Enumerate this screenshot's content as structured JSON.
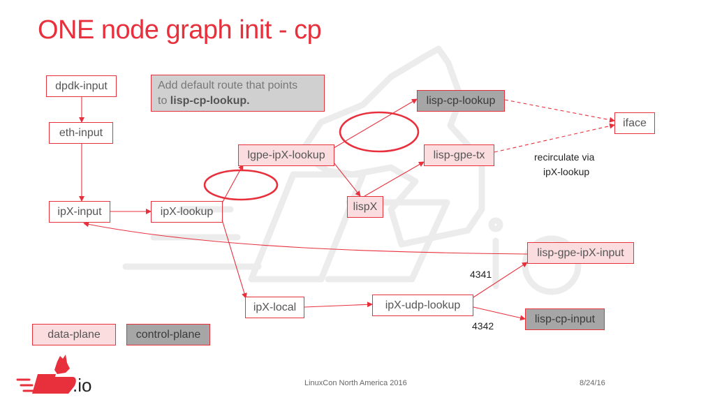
{
  "title": "ONE node graph init - cp",
  "nodes": {
    "dpdk_input": "dpdk-input",
    "eth_input": "eth-input",
    "ipx_input": "ipX-input",
    "ipx_lookup": "ipX-lookup",
    "lgpe_ipx_lookup": "lgpe-ipX-lookup",
    "lispx": "lispX",
    "lisp_cp_lookup": "lisp-cp-lookup",
    "lisp_gpe_tx": "lisp-gpe-tx",
    "iface": "iface",
    "lisp_gpe_ipx_input": "lisp-gpe-ipX-input",
    "ipx_local": "ipX-local",
    "ipx_udp_lookup": "ipX-udp-lookup",
    "lisp_cp_input": "lisp-cp-input"
  },
  "note": {
    "line1": "Add default route that points",
    "line2_prefix": "to ",
    "line2_bold": "lisp-cp-lookup."
  },
  "labels": {
    "recirculate_line1": "recirculate via",
    "recirculate_line2": "ipX-lookup",
    "port_4341": "4341",
    "port_4342": "4342"
  },
  "legend": {
    "data_plane": "data-plane",
    "control_plane": "control-plane"
  },
  "footer": {
    "event": "LinuxCon North America 2016",
    "date": "8/24/16"
  },
  "logo": {
    "text": ".io"
  },
  "colors": {
    "accent": "#e8303d",
    "control_plane": "#a6a6a6",
    "data_plane": "#fbdde0"
  }
}
